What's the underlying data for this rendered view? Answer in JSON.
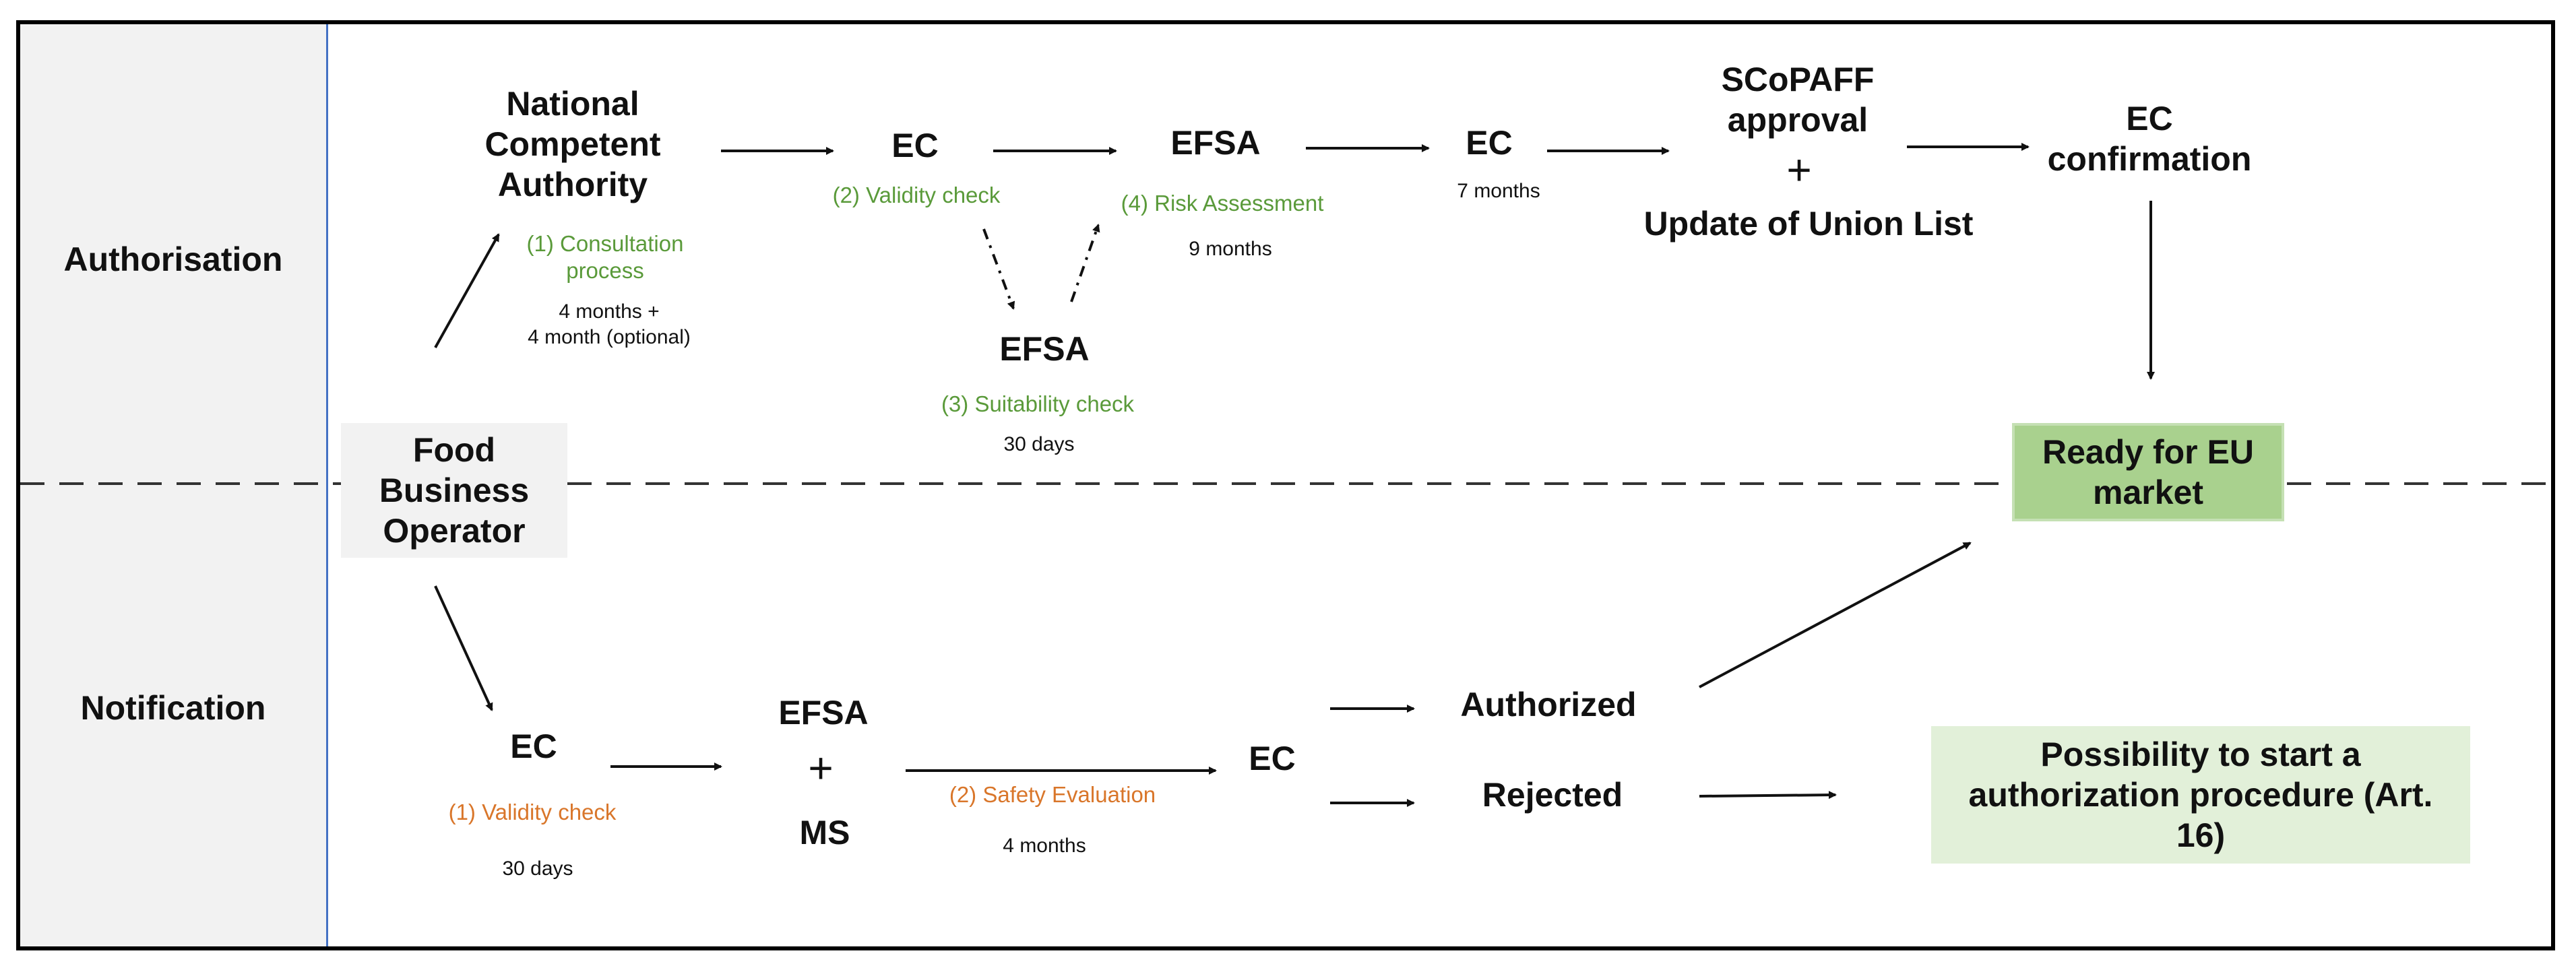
{
  "lanes": {
    "authorisation": "Authorisation",
    "notification": "Notification"
  },
  "authorisation": {
    "nca": [
      "National",
      "Competent",
      "Authority"
    ],
    "step1": [
      "(1) Consultation",
      "process"
    ],
    "step1_duration": [
      "4 months +",
      "4 month (optional)"
    ],
    "ec1": "EC",
    "step2": "(2) Validity check",
    "efsa_check": "EFSA",
    "step3": "(3) Suitability check",
    "step3_duration": "30 days",
    "efsa": "EFSA",
    "step4": "(4) Risk Assessment",
    "step4_duration": "9 months",
    "ec2": "EC",
    "ec2_duration": "7 months",
    "scopaff": [
      "SCoPAFF",
      "approval"
    ],
    "plus": "+",
    "union_list": "Update of Union List",
    "ec_confirmation": [
      "EC",
      "confirmation"
    ]
  },
  "fbo": [
    "Food",
    "Business",
    "Operator"
  ],
  "ready": [
    "Ready for EU",
    "market"
  ],
  "notification": {
    "ec1": "EC",
    "step1": "(1) Validity check",
    "step1_duration": "30 days",
    "efsa": "EFSA",
    "plus": "+",
    "ms": "MS",
    "step2": "(2) Safety Evaluation",
    "step2_duration": "4 months",
    "ec2": "EC",
    "authorized": "Authorized",
    "rejected": "Rejected",
    "possibility": [
      "Possibility to start a",
      "authorization procedure (Art.",
      "16)"
    ]
  },
  "colors": {
    "lane_background": "#f2f2f2",
    "lane_separator": "#4472c4",
    "step_green": "#5a9a3a",
    "step_orange": "#d9762a",
    "ready_fill": "#a9d18e",
    "ready_border": "#c5e0b4",
    "possibility_fill": "#e2f0d9",
    "fbo_fill": "#f2f2f2"
  }
}
